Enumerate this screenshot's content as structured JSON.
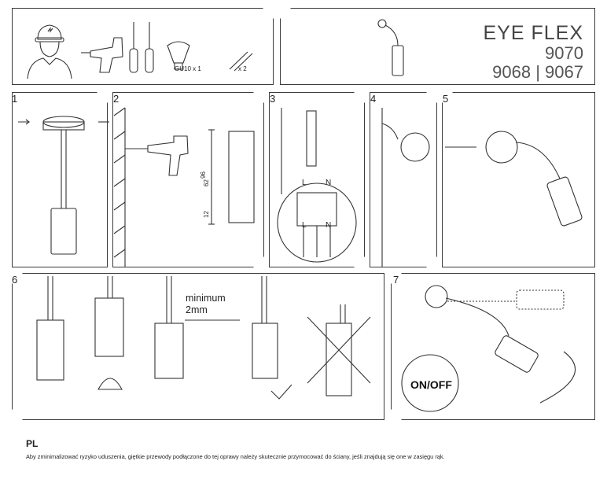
{
  "header": {
    "brand_name": "EYE FLEX",
    "codes": [
      "9070",
      "9068 | 9067"
    ]
  },
  "tools": {
    "bulb_label": "GU10 x 1",
    "screws_label": "x 2"
  },
  "steps": [
    "1",
    "2",
    "3",
    "4",
    "5",
    "6",
    "7"
  ],
  "dimensions": [
    "96",
    "62",
    "12"
  ],
  "terminal_labels": {
    "top": [
      "L",
      "N"
    ],
    "bottom": [
      "L",
      "N"
    ]
  },
  "step6": {
    "minimum_line1": "minimum",
    "minimum_line2": "2mm"
  },
  "step7": {
    "switch_label": "ON/OFF"
  },
  "footer": {
    "language": "PL",
    "note": "Aby zminimalizować ryzyko uduszenia, giętkie przewody podłączone do tej oprawy należy skutecznie przymocować do ściany, jeśli znajdują się one w zasięgu rąk."
  }
}
